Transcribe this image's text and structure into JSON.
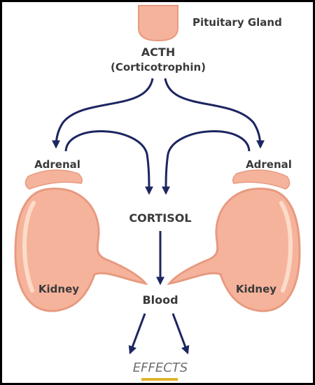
{
  "labels": {
    "pituitary": "Pituitary Gland",
    "acth": "ACTH",
    "acth_full": "(Corticotrophin)",
    "adrenal_left": "Adrenal",
    "adrenal_right": "Adrenal",
    "cortisol": "CORTISOL",
    "kidney_left": "Kidney",
    "kidney_right": "Kidney",
    "blood": "Blood",
    "effects": "EFFECTS"
  },
  "colors": {
    "organ_fill": "#f6b39c",
    "organ_edge": "#e79a80",
    "organ_highlight": "#fcdcc8",
    "arrow": "#1c2660",
    "text": "#3a3a3a",
    "effects_text": "#6f6f73",
    "bottom_accent": "#e1b32b"
  }
}
